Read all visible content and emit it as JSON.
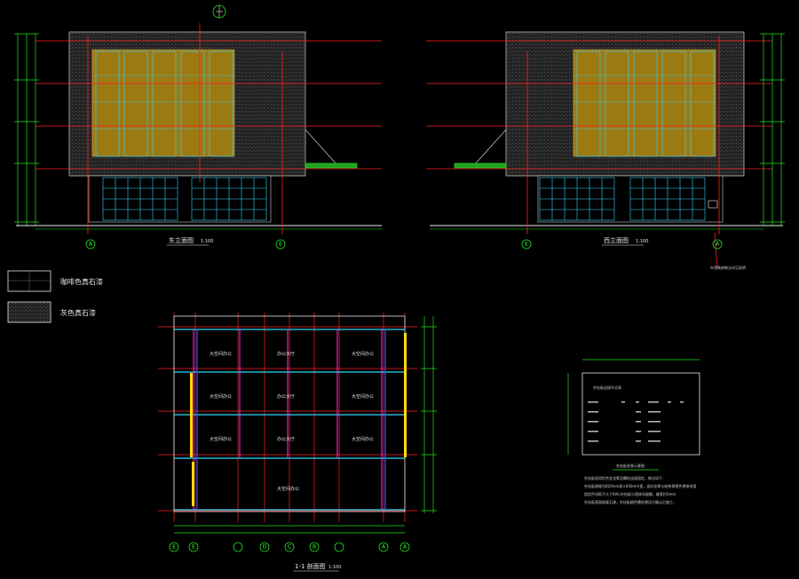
{
  "colors": {
    "background": "#000000",
    "grid_red": "#ff2020",
    "dim_green": "#22e022",
    "facade_gray": "#2a2a2a",
    "stone_tan": "#9c7a12",
    "glass_cyan": "#30d8ff",
    "window_blue": "#3a52ff",
    "beam_magenta": "#ff2cff",
    "column_yellow": "#ffdd00",
    "white_line": "#e8e8e8"
  },
  "east_elevation": {
    "title": "东立面图",
    "scale": "1:100",
    "axis_left": "A",
    "axis_right": "E"
  },
  "west_elevation": {
    "title": "西立面图",
    "scale": "1:100",
    "axis_left": "E",
    "axis_right": "A",
    "callout": "外墙装修做法详见说明"
  },
  "north_arrow": {
    "icon": "north-arrow-icon"
  },
  "legend": [
    {
      "label": "咖啡色真石漆",
      "swatch": "coffee-stone-paint"
    },
    {
      "label": "灰色真石漆",
      "swatch": "gray-stone-paint"
    }
  ],
  "section": {
    "title": "1-1 剖面图",
    "scale": "1:100",
    "room_labels": [
      "大空间办公",
      "办公大厅",
      "大空间办公",
      "大空间办公",
      "办公大厅",
      "大空间办公",
      "大空间办公",
      "办公大厅",
      "大空间办公",
      "大空间办公"
    ],
    "bottom_axes": [
      "E",
      "E",
      "",
      "D",
      "C",
      "B",
      "",
      "A",
      "A"
    ]
  },
  "detail": {
    "heading": "外挂板连接节点表",
    "caption": "外挂板安装示意图",
    "notes": [
      "外挂板采用铝合金龙骨及螺栓连接固定，做法如下:",
      "外挂板规格为820mm高×600mm宽，竖向龙骨与结构预埋件焊接牢固",
      "固定件间距不大于600,外挂板与墙体间留缝，缝宽约5mm",
      "外挂板表面刷真石漆，外挂板颜色需经建设方确认后施工。"
    ]
  }
}
